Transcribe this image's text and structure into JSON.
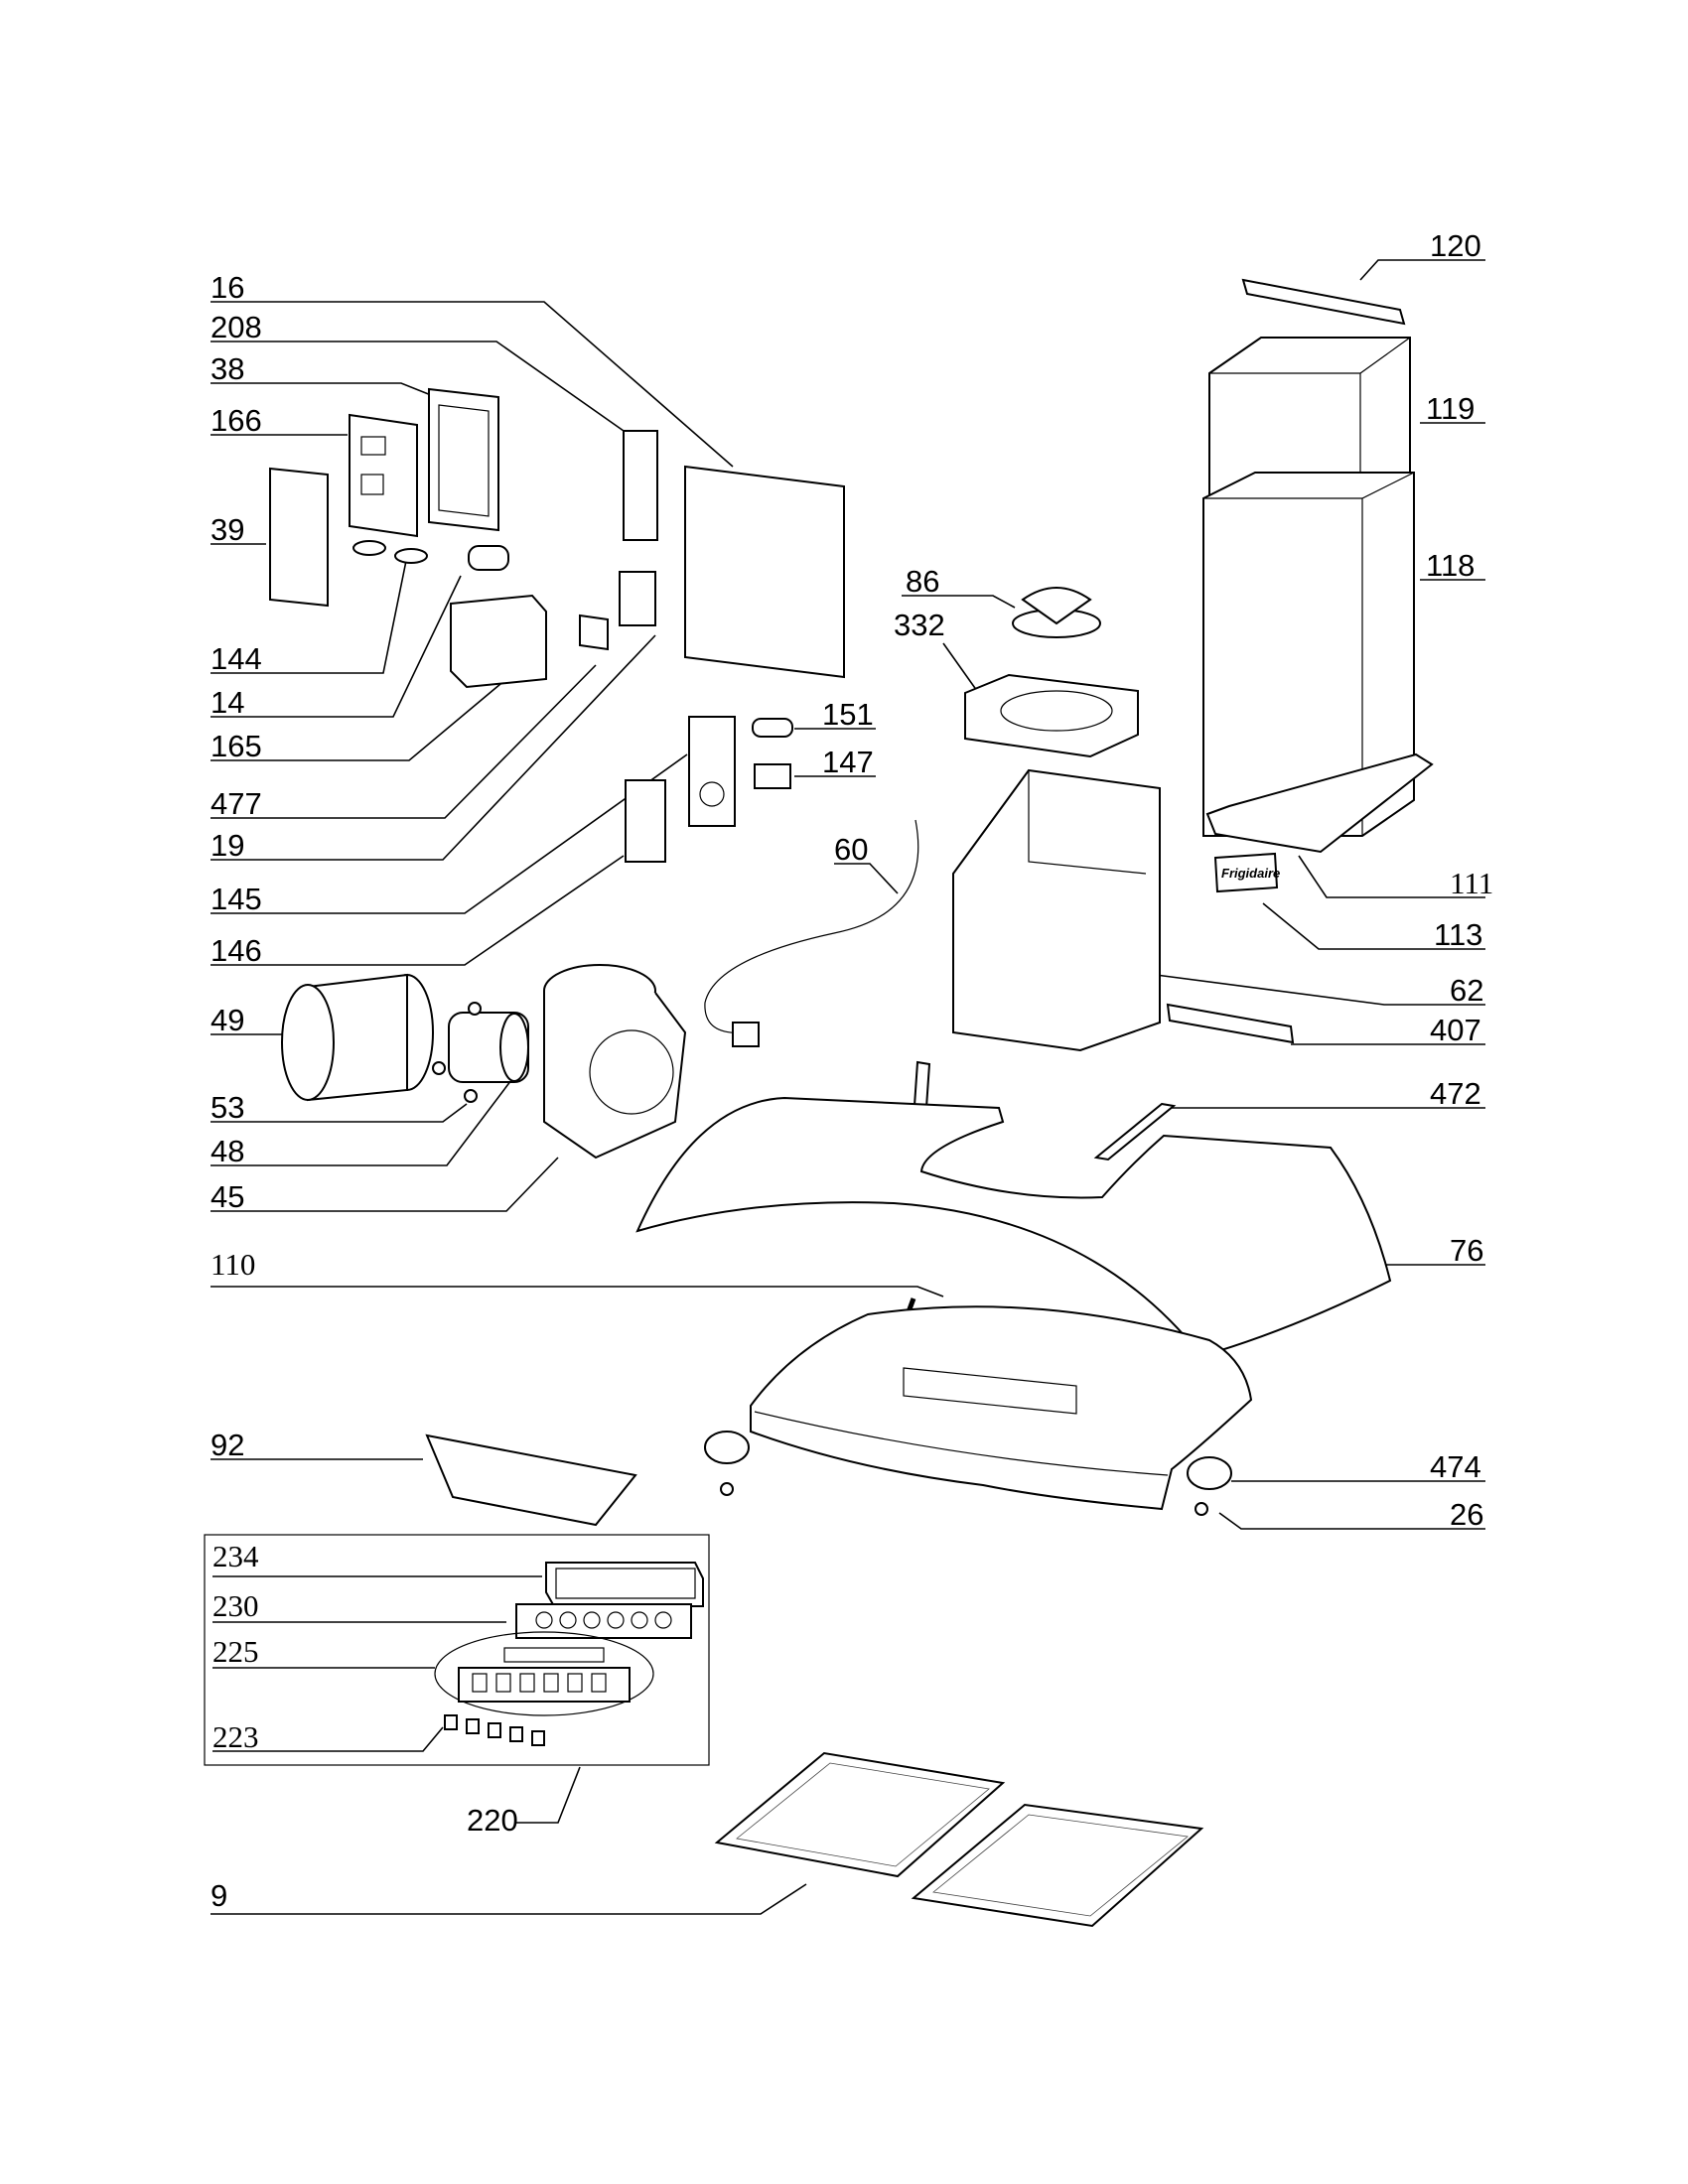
{
  "labels": {
    "p16": "16",
    "p208": "208",
    "p38": "38",
    "p166": "166",
    "p39": "39",
    "p144": "144",
    "p14": "14",
    "p165": "165",
    "p477": "477",
    "p19": "19",
    "p145": "145",
    "p146": "146",
    "p49": "49",
    "p53": "53",
    "p48": "48",
    "p45": "45",
    "p110": "110",
    "p92": "92",
    "p234": "234",
    "p230": "230",
    "p225": "225",
    "p223": "223",
    "p220": "220",
    "p9": "9",
    "p120": "120",
    "p119": "119",
    "p118": "118",
    "p86": "86",
    "p332": "332",
    "p151": "151",
    "p147": "147",
    "p60": "60",
    "p111": "111",
    "p113": "113",
    "p62": "62",
    "p407": "407",
    "p472": "472",
    "p76": "76",
    "p474": "474",
    "p26": "26"
  },
  "brand_plate": "Frigidaire"
}
